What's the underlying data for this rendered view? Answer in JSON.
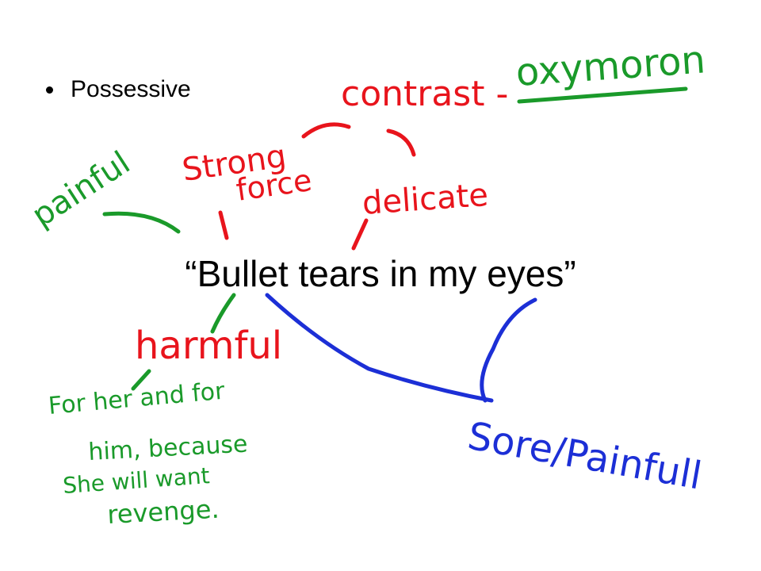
{
  "slide": {
    "bullet": "Possessive",
    "quote": "“Bullet tears in my eyes”"
  },
  "annotations": {
    "contrast": "contrast -",
    "oxymoron": "oxymoron",
    "strong": "Strong",
    "force": "force",
    "delicate": "delicate",
    "painful": "painful",
    "harmful": "harmful",
    "note_line1": "For her and for",
    "note_line2": "him, because",
    "note_line3": "She will want",
    "note_line4": "revenge.",
    "sore": "Sore/Painfull"
  },
  "colors": {
    "red": "#e8141c",
    "green": "#1a9a2a",
    "blue": "#1c2fd6",
    "text": "#000000"
  }
}
